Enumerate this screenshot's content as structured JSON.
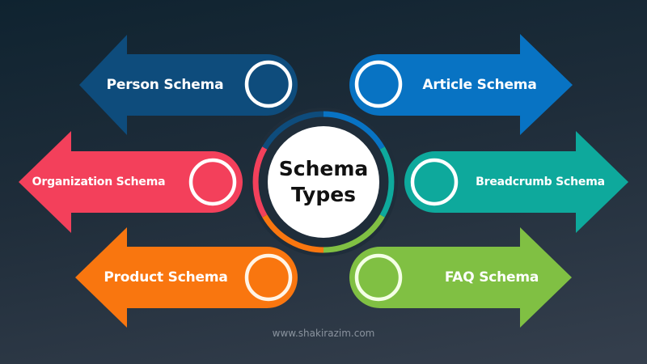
{
  "center": {
    "line1": "Schema",
    "line2": "Types"
  },
  "arrows": [
    {
      "label": "Person Schema",
      "direction": "left",
      "color": "#0e4c7c"
    },
    {
      "label": "Article Schema",
      "direction": "right",
      "color": "#0873c3"
    },
    {
      "label": "Organization Schema",
      "direction": "left",
      "color": "#f3405b"
    },
    {
      "label": "Breadcrumb Schema",
      "direction": "right",
      "color": "#0ea99c"
    },
    {
      "label": "Product Schema",
      "direction": "left",
      "color": "#f9760f"
    },
    {
      "label": "FAQ Schema",
      "direction": "right",
      "color": "#80c043"
    }
  ],
  "ring_colors": [
    "#0873c3",
    "#0ea99c",
    "#80c043",
    "#f9760f",
    "#f3405b",
    "#0e4c7c"
  ],
  "footer": {
    "website": "www.shakirazim.com"
  }
}
